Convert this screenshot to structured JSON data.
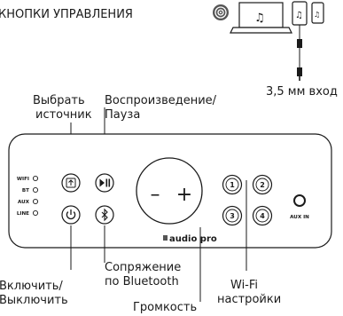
{
  "title": "КНОПКИ УПРАВЛЕНИЯ",
  "jack_label": "3,5 мм вход",
  "labels": {
    "select_source": [
      "Выбрать",
      "источник"
    ],
    "play_pause": [
      "Воспроизведение/",
      "Пауза"
    ],
    "power": [
      "Включить/",
      "Выключить"
    ],
    "bt_pairing": [
      "Сопряжение",
      "по Bluetooth"
    ],
    "volume": "Громкость",
    "wifi_settings": [
      "Wi-Fi",
      "настройки"
    ]
  },
  "indicators": [
    "WIFI",
    "BT",
    "AUX",
    "LINE"
  ],
  "volume_minus": "–",
  "volume_plus": "+",
  "brand": "audio pro",
  "preset_buttons": [
    "1",
    "2",
    "3",
    "4"
  ],
  "aux_in_label": "AUX IN"
}
